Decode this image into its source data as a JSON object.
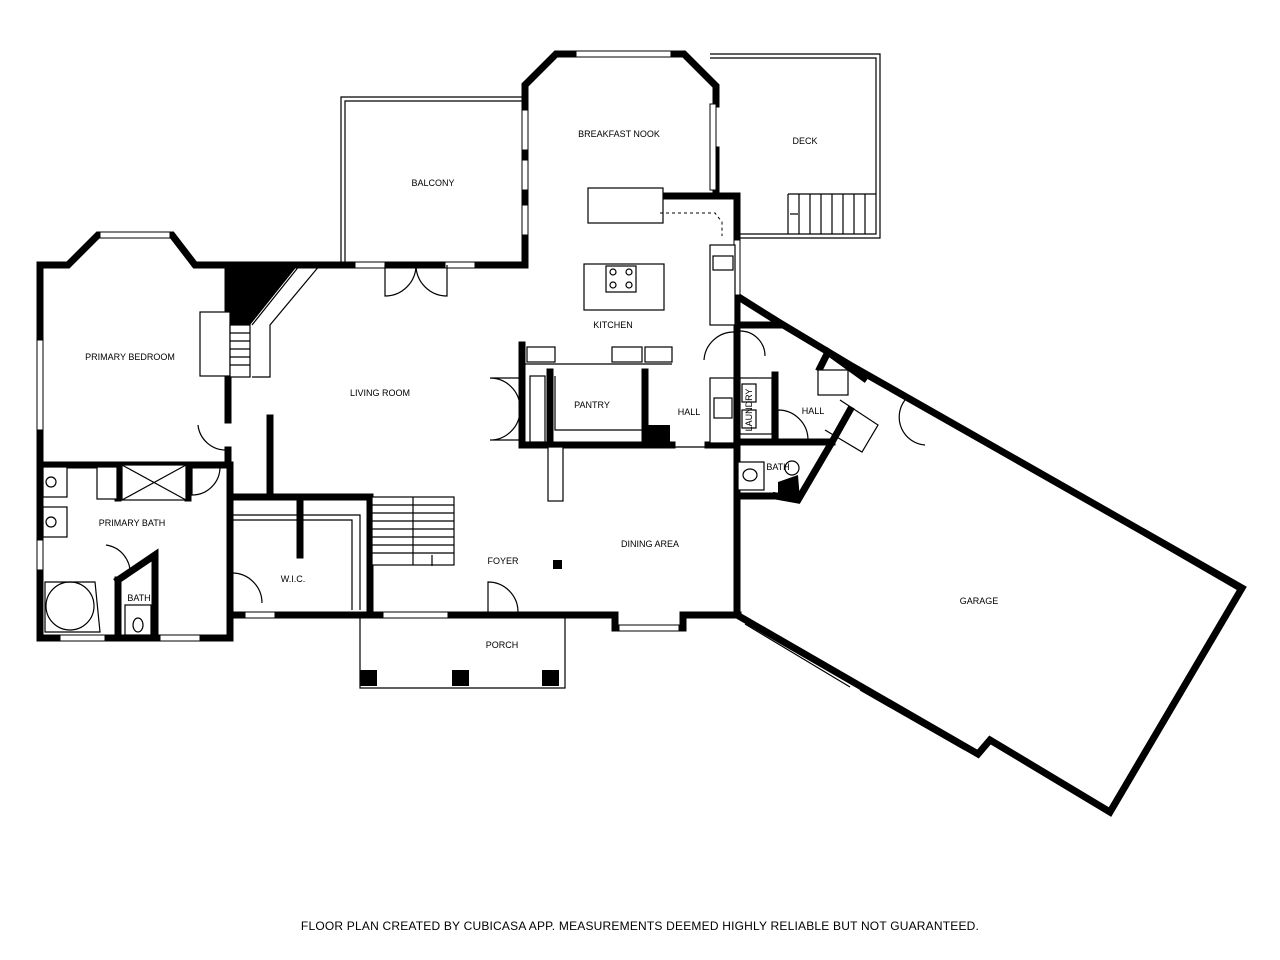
{
  "rooms": {
    "breakfast_nook": "BREAKFAST NOOK",
    "deck": "DECK",
    "balcony": "BALCONY",
    "primary_bedroom": "PRIMARY BEDROOM",
    "kitchen": "KITCHEN",
    "living_room": "LIVING ROOM",
    "pantry": "PANTRY",
    "hall_1": "HALL",
    "laundry": "LAUNDRY",
    "hall_2": "HALL",
    "bath_1": "BATH",
    "primary_bath": "PRIMARY BATH",
    "dining_area": "DINING AREA",
    "foyer": "FOYER",
    "wic": "W.I.C.",
    "bath_2": "BATH",
    "garage": "GARAGE",
    "porch": "PORCH"
  },
  "footer": "FLOOR PLAN CREATED BY CUBICASA APP. MEASUREMENTS DEEMED HIGHLY RELIABLE BUT NOT GUARANTEED."
}
